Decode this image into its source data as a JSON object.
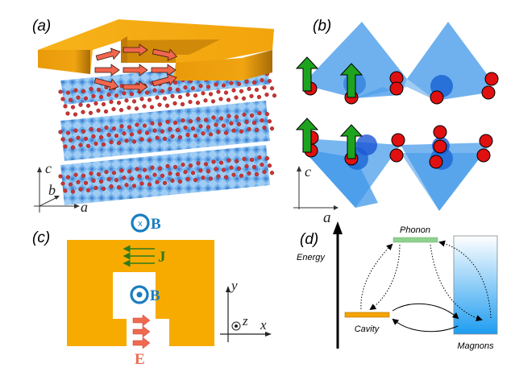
{
  "figure": {
    "panels": {
      "a": {
        "label": "(a)",
        "axes": {
          "c": "c",
          "b": "b",
          "a": "a"
        },
        "colors": {
          "conductor": "#f5a80f",
          "lattice": "#3d8fe0",
          "atom": "#cc3333",
          "current_arrow": "#f0664e"
        }
      },
      "b": {
        "label": "(b)",
        "axes": {
          "c": "c",
          "a": "a"
        },
        "colors": {
          "octahedron": "#3f97ea",
          "oxygen": "#e01010",
          "spin_arrow": "#1ea31e"
        }
      },
      "c": {
        "label": "(c)",
        "field_top": {
          "symbol": "⊗",
          "label": "B"
        },
        "current": {
          "label": "J"
        },
        "field_center": {
          "symbol": "⊙",
          "label": "B"
        },
        "efield": {
          "label": "E"
        },
        "axes": {
          "x": "x",
          "y": "y",
          "z": "z"
        },
        "colors": {
          "conductor": "#f7ab00",
          "field": "#1a7dc0",
          "current": "#2d7a1a",
          "efield": "#f06a50"
        }
      },
      "d": {
        "label": "(d)",
        "axis_label": "Energy",
        "levels": [
          {
            "name": "Phonon",
            "color": "#8fd18f"
          },
          {
            "name": "Cavity",
            "color": "#f5a300"
          },
          {
            "name": "Magnons",
            "color": "#1e9cf0"
          }
        ]
      }
    }
  }
}
